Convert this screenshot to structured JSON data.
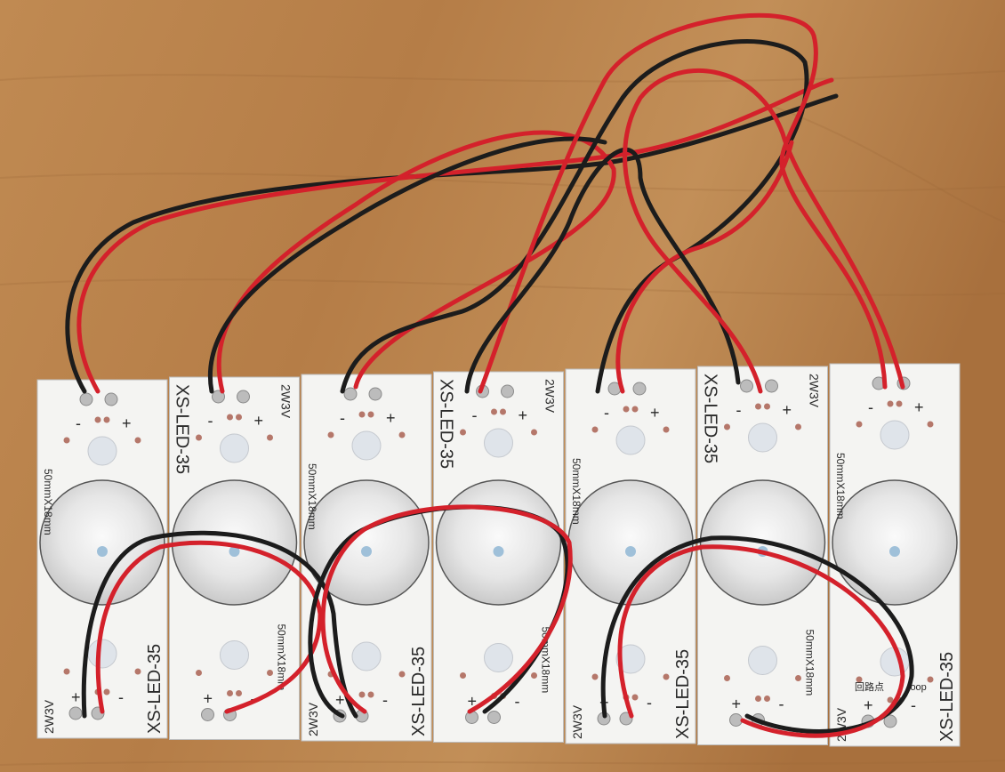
{
  "photo": {
    "board_count": 7,
    "colors": {
      "wood": "#b9844e",
      "board": "#f4f4f2",
      "wire_red": "#d4212b",
      "wire_black": "#1c1c1c",
      "pad": "#b9b9b9",
      "dot": "#b5776a"
    }
  },
  "board_labels": {
    "model": "XS-LED-35",
    "rating": "2W3V",
    "size": "50mmX18mm",
    "plus": "+",
    "minus": "-",
    "loop_cn": "回路点",
    "loop_en": "loop"
  }
}
